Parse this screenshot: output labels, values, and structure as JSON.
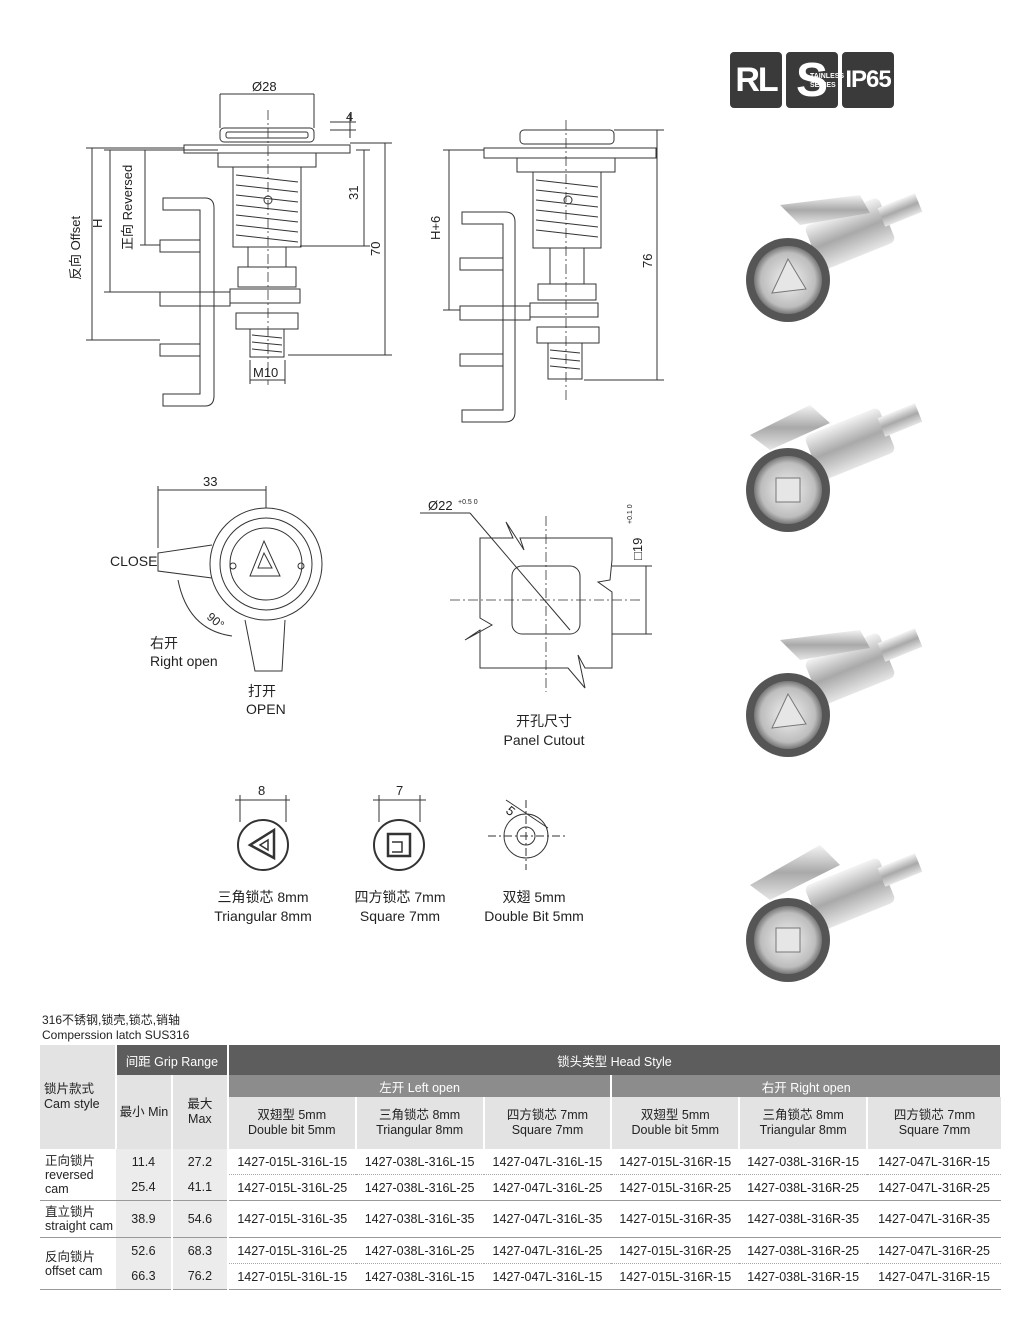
{
  "logos": {
    "rl": "RL",
    "s": "S",
    "s_sub": "TAINLESS SERIES",
    "ip": "IP65"
  },
  "drawing": {
    "dim_d28": "Ø28",
    "dim_4": "4",
    "dim_31": "31",
    "dim_70": "70",
    "dim_76": "76",
    "label_offset": "反向 Offset",
    "label_h": "H",
    "label_reversed": "正向 Reversed",
    "label_m10": "M10",
    "label_h6": "H+6",
    "dim_33": "33",
    "label_close": "CLOSE",
    "label_90": "90°",
    "label_right_open_cn": "右开",
    "label_right_open_en": "Right open",
    "label_open_cn": "打开",
    "label_open_en": "OPEN",
    "dim_d22": "Ø22",
    "dim_d22_tol": "+0.5 0",
    "dim_sq19": "□19",
    "dim_sq19_tol": "+0.1 0",
    "cutout_cn": "开孔尺寸",
    "cutout_en": "Panel Cutout",
    "dim_8": "8",
    "dim_7": "7",
    "dim_5": "5",
    "tri_cn": "三角锁芯 8mm",
    "tri_en": "Triangular 8mm",
    "sq_cn": "四方锁芯 7mm",
    "sq_en": "Square 7mm",
    "db_cn": "双翅 5mm",
    "db_en": "Double Bit 5mm"
  },
  "spec": {
    "cn": "316不锈钢,锁壳,锁芯,销轴",
    "en": "Comperssion latch SUS316"
  },
  "table": {
    "cam_style_cn": "锁片款式",
    "cam_style_en": "Cam style",
    "grip_range": "间距 Grip Range",
    "min": "最小 Min",
    "max": "最大 Max",
    "head_style": "锁头类型 Head Style",
    "left_open": "左开 Left open",
    "right_open": "右开 Right open",
    "heads": [
      {
        "cn": "双翅型 5mm",
        "en": "Double bit 5mm"
      },
      {
        "cn": "三角锁芯 8mm",
        "en": "Triangular 8mm"
      },
      {
        "cn": "四方锁芯 7mm",
        "en": "Square 7mm"
      },
      {
        "cn": "双翅型 5mm",
        "en": "Double bit 5mm"
      },
      {
        "cn": "三角锁芯 8mm",
        "en": "Triangular 8mm"
      },
      {
        "cn": "四方锁芯 7mm",
        "en": "Square 7mm"
      }
    ],
    "groups": [
      {
        "cn": "正向锁片",
        "en": "reversed cam"
      },
      {
        "cn": "直立锁片",
        "en": "straight cam"
      },
      {
        "cn": "反向锁片",
        "en": "offset cam"
      }
    ],
    "rows": [
      {
        "min": "11.4",
        "max": "27.2",
        "p": [
          "1427-015L-316L-15",
          "1427-038L-316L-15",
          "1427-047L-316L-15",
          "1427-015L-316R-15",
          "1427-038L-316R-15",
          "1427-047L-316R-15"
        ]
      },
      {
        "min": "25.4",
        "max": "41.1",
        "p": [
          "1427-015L-316L-25",
          "1427-038L-316L-25",
          "1427-047L-316L-25",
          "1427-015L-316R-25",
          "1427-038L-316R-25",
          "1427-047L-316R-25"
        ]
      },
      {
        "min": "38.9",
        "max": "54.6",
        "p": [
          "1427-015L-316L-35",
          "1427-038L-316L-35",
          "1427-047L-316L-35",
          "1427-015L-316R-35",
          "1427-038L-316R-35",
          "1427-047L-316R-35"
        ]
      },
      {
        "min": "52.6",
        "max": "68.3",
        "p": [
          "1427-015L-316L-25",
          "1427-038L-316L-25",
          "1427-047L-316L-25",
          "1427-015L-316R-25",
          "1427-038L-316R-25",
          "1427-047L-316R-25"
        ]
      },
      {
        "min": "66.3",
        "max": "76.2",
        "p": [
          "1427-015L-316L-15",
          "1427-038L-316L-15",
          "1427-047L-316L-15",
          "1427-015L-316R-15",
          "1427-038L-316R-15",
          "1427-047L-316R-15"
        ]
      }
    ]
  }
}
